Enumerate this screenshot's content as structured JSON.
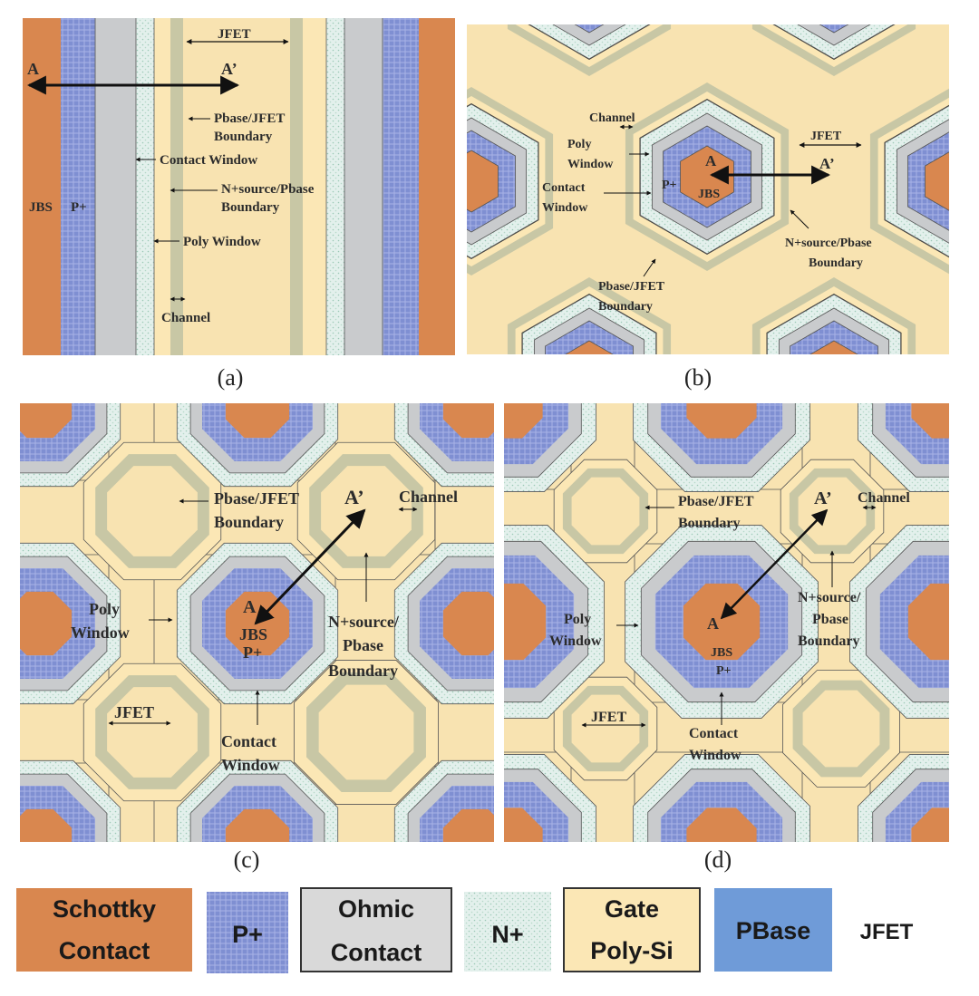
{
  "colors": {
    "schottky": "#d9874f",
    "pplus": "#7f8fd2",
    "ohmic": "#c9cbcd",
    "nplus": "#e3f0ec",
    "poly": "#fbe7b5",
    "pbase": "#6f9bd8",
    "pbase_ring": "#c8c7a5",
    "jfet": "#f8e3b1",
    "line": "#2b2b2b"
  },
  "panels": {
    "a": {
      "caption": "(a)",
      "cut_start": "A",
      "cut_end": "A’",
      "jfet": "JFET",
      "pbase_jfet": [
        "Pbase/JFET",
        "Boundary"
      ],
      "contact_window": "Contact Window",
      "nsource_pbase": [
        "N+source/Pbase",
        "Boundary"
      ],
      "jbs": "JBS",
      "pplus": "P+",
      "poly_window": "Poly Window",
      "channel": "Channel"
    },
    "b": {
      "caption": "(b)",
      "channel": "Channel",
      "jfet": "JFET",
      "poly_window": [
        "Poly",
        "Window"
      ],
      "cut_start": "A",
      "cut_end": "A’",
      "contact_window": [
        "Contact",
        "Window"
      ],
      "pplus": "P+",
      "jbs": "JBS",
      "nsource_pbase": [
        "N+source/Pbase",
        "Boundary"
      ],
      "pbase_jfet": [
        "Pbase/JFET",
        "Boundary"
      ]
    },
    "c": {
      "caption": "(c)",
      "cut_end": "A’",
      "channel": "Channel",
      "pbase_jfet": [
        "Pbase/JFET",
        "Boundary"
      ],
      "poly_window": [
        "Poly",
        "Window"
      ],
      "cut_start": "A",
      "jbs": "JBS",
      "pplus": "P+",
      "nsource_pbase": [
        "N+source/",
        "Pbase",
        "Boundary"
      ],
      "jfet": "JFET",
      "contact_window": [
        "Contact",
        "Window"
      ]
    },
    "d": {
      "caption": "(d)",
      "cut_end": "A’",
      "channel": "Channel",
      "pbase_jfet": [
        "Pbase/JFET",
        "Boundary"
      ],
      "poly_window": [
        "Poly",
        "Window"
      ],
      "cut_start": "A",
      "nsource_pbase": [
        "N+source/",
        "Pbase",
        "Boundary"
      ],
      "jbs": "JBS",
      "pplus": "P+",
      "jfet": "JFET",
      "contact_window": [
        "Contact",
        "Window"
      ]
    }
  },
  "legend": {
    "schottky": [
      "Schottky",
      "Contact"
    ],
    "pplus": "P+",
    "ohmic": [
      "Ohmic",
      "Contact"
    ],
    "nplus": "N+",
    "poly": [
      "Gate",
      "Poly-Si"
    ],
    "pbase": "PBase",
    "jfet": "JFET"
  }
}
